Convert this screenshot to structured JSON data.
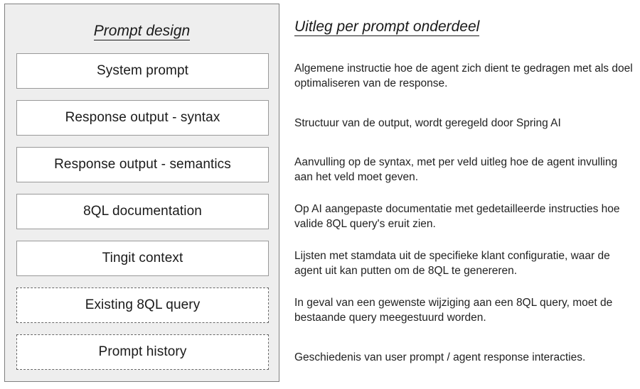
{
  "left_panel": {
    "title": "Prompt design",
    "boxes": [
      {
        "label": "System prompt",
        "style": "solid"
      },
      {
        "label": "Response output - syntax",
        "style": "solid"
      },
      {
        "label": "Response output - semantics",
        "style": "solid"
      },
      {
        "label": "8QL documentation",
        "style": "solid"
      },
      {
        "label": "Tingit context",
        "style": "solid"
      },
      {
        "label": "Existing 8QL query",
        "style": "dashed"
      },
      {
        "label": "Prompt history",
        "style": "dashed"
      }
    ]
  },
  "right_column": {
    "title": "Uitleg per prompt onderdeel",
    "items": [
      {
        "text": "Algemene instructie hoe de agent zich dient te gedragen met als doel optimaliseren van de response."
      },
      {
        "text": "Structuur van de output, wordt geregeld door Spring AI"
      },
      {
        "text": "Aanvulling op de syntax, met per veld uitleg hoe de agent invulling aan het veld moet geven."
      },
      {
        "text": "Op AI aangepaste documentatie met gedetailleerde instructies hoe valide 8QL query's eruit zien."
      },
      {
        "text": "Lijsten met stamdata uit de specifieke klant configuratie, waar de agent uit kan putten om de 8QL te genereren."
      },
      {
        "text": "In geval van een gewenste wijziging aan een 8QL query, moet de bestaande query meegestuurd worden."
      },
      {
        "text": "Geschiedenis van user prompt / agent response interacties."
      }
    ]
  },
  "colors": {
    "panel_background": "#eeeeee",
    "panel_border": "#808080",
    "box_background": "#ffffff",
    "box_border": "#999999",
    "dashed_box_border": "#666666",
    "text": "#1a1a1a",
    "page_background": "#ffffff"
  }
}
